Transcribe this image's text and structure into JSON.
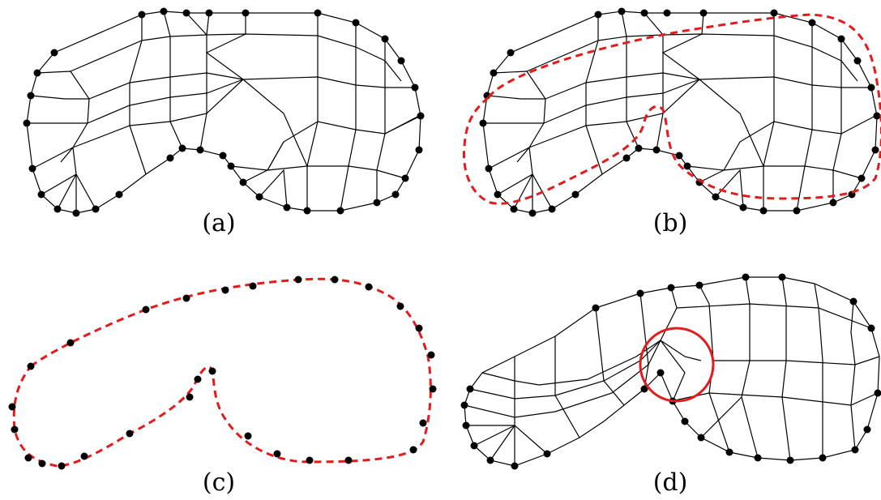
{
  "panels": [
    {
      "id": "a",
      "caption": "(a)"
    },
    {
      "id": "b",
      "caption": "(b)"
    },
    {
      "id": "c",
      "caption": "(c)"
    },
    {
      "id": "d",
      "caption": "(d)"
    }
  ],
  "colors": {
    "mesh": "#000000",
    "node": "#000000",
    "highlight": "#e41a1c"
  }
}
